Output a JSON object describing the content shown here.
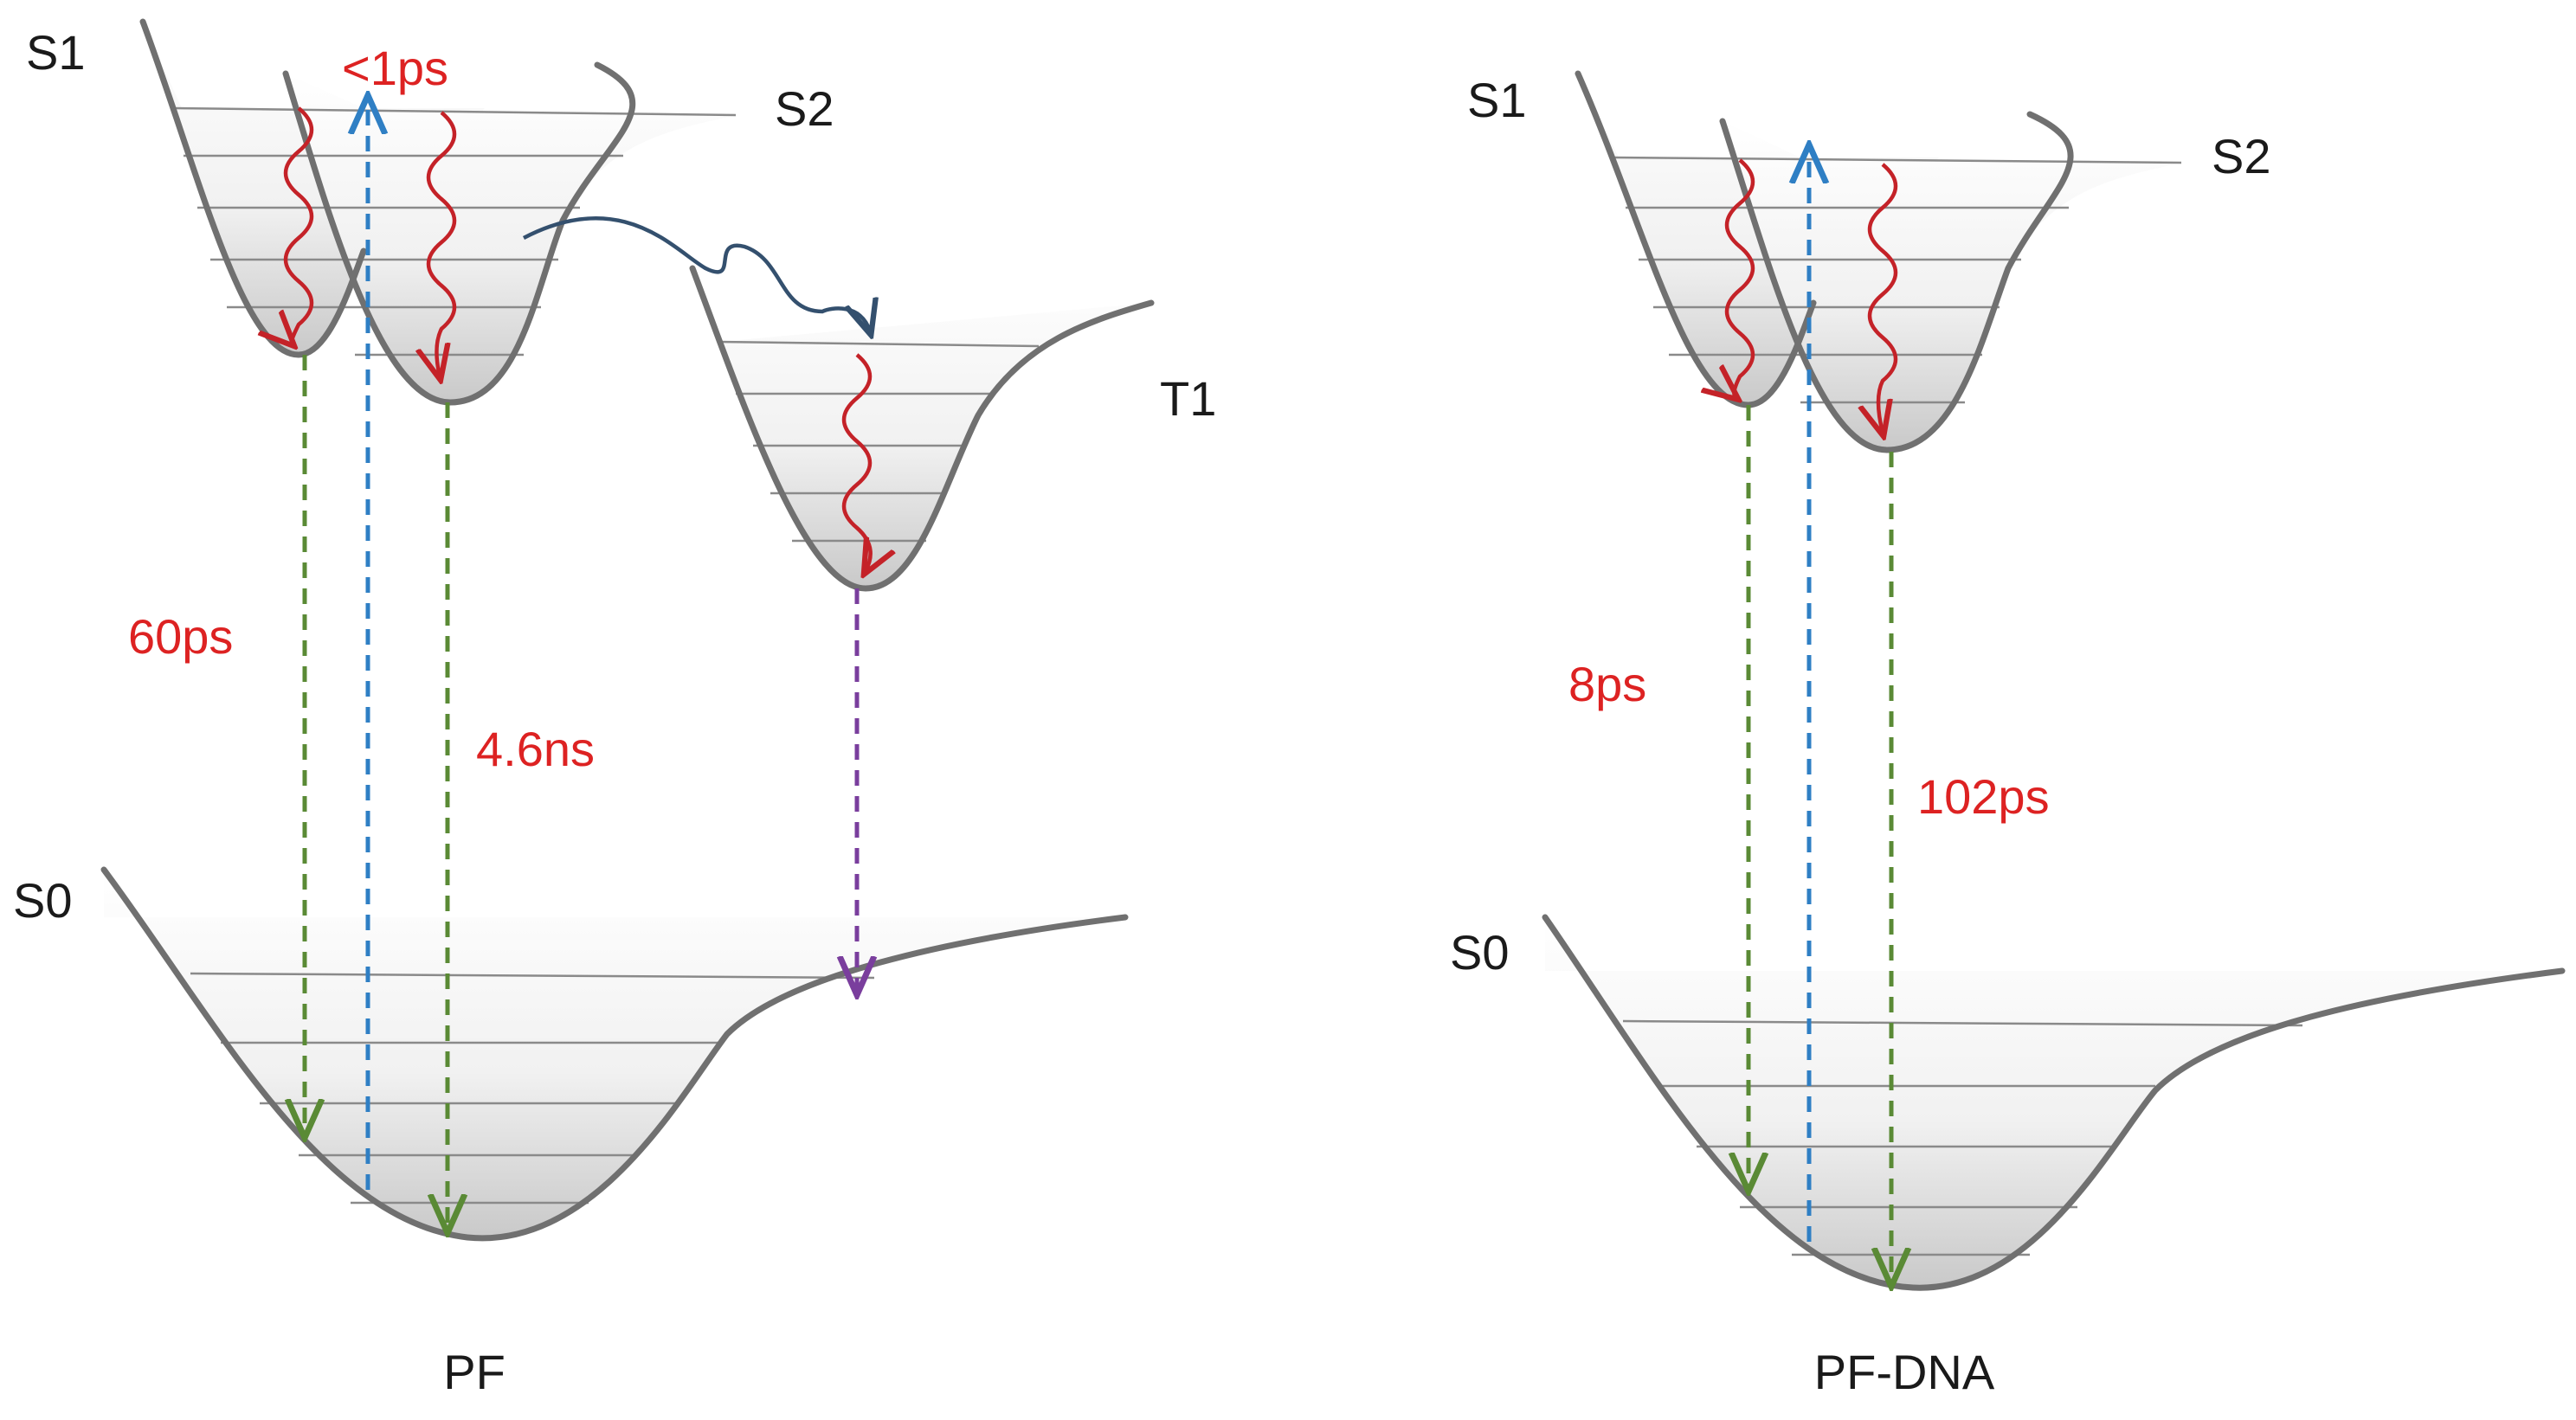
{
  "colors": {
    "curve": "#707070",
    "label_text": "#1a1a1a",
    "lifetime_text": "#dd2222",
    "relaxation_arrow": "#c42228",
    "excitation_arrow": "#2f7fc4",
    "emission_arrow": "#5a8a35",
    "phosphorescence_arrow": "#7a3e9d",
    "intersystem_crossing_arrow": "#34506e"
  },
  "left": {
    "title": "PF",
    "labels": {
      "s1": "S1",
      "s2": "S2",
      "t1": "T1",
      "s0": "S0"
    },
    "times": {
      "ic": "<1ps",
      "s1_decay": "60ps",
      "s2_decay": "4.6ns"
    }
  },
  "right": {
    "title": "PF-DNA",
    "labels": {
      "s1": "S1",
      "s2": "S2",
      "s0": "S0"
    },
    "times": {
      "s1_decay": "8ps",
      "s2_decay": "102ps"
    }
  }
}
